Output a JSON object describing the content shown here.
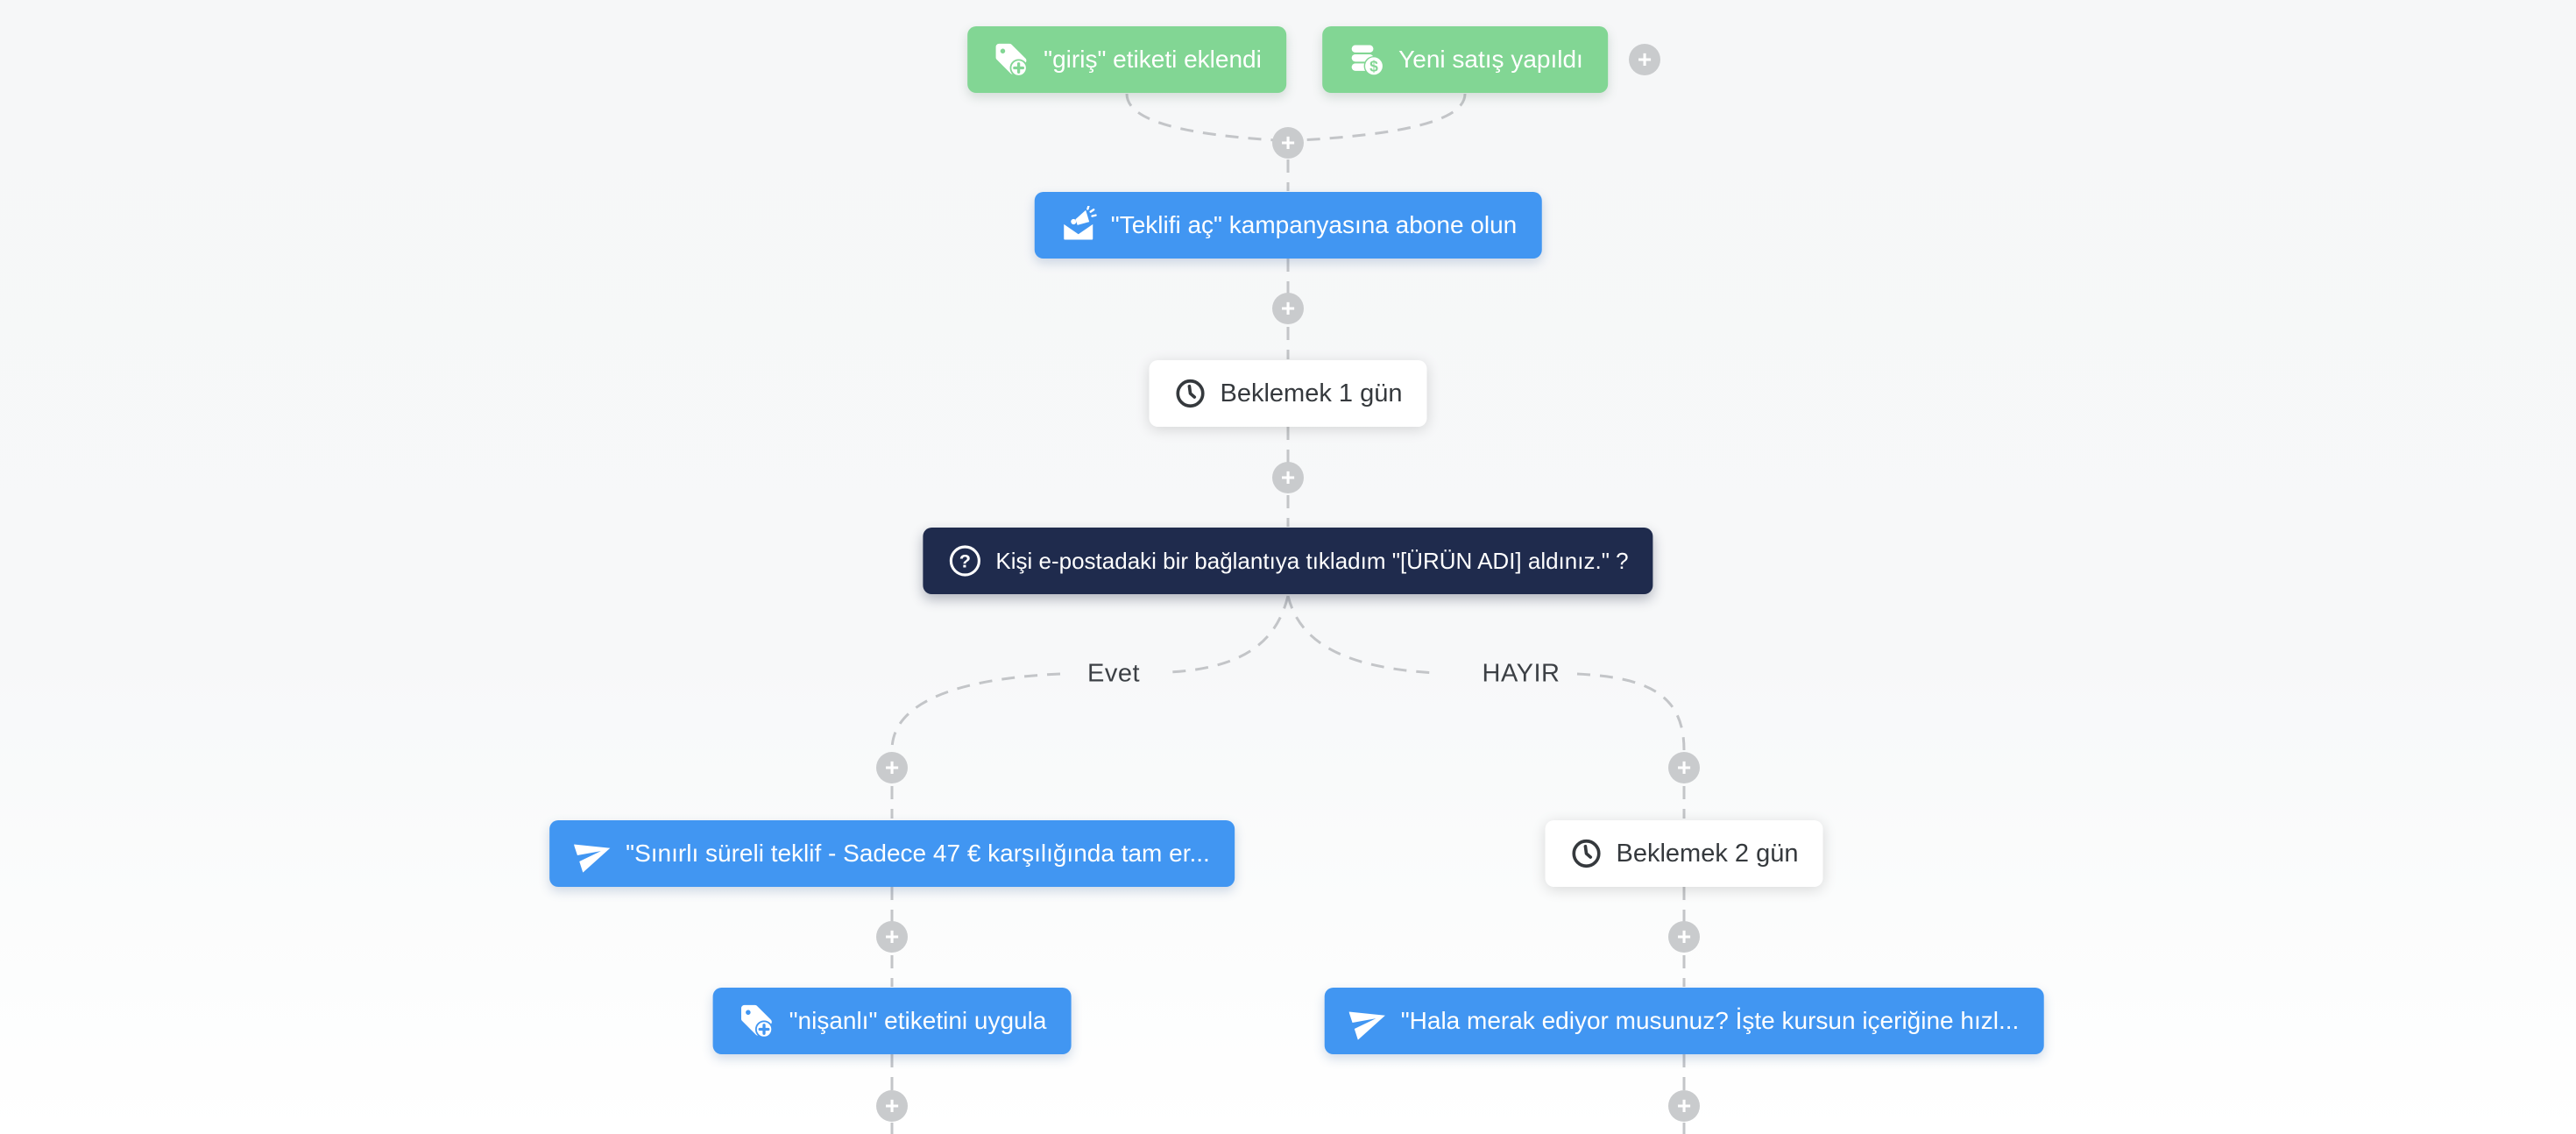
{
  "workflow": {
    "triggers": {
      "tag_added": {
        "label": "\"giriş\" etiketi eklendi",
        "icon": "tag-plus-icon",
        "color": "#82d694"
      },
      "new_sale": {
        "label": "Yeni satış yapıldı",
        "icon": "coins-dollar-icon",
        "color": "#82d694"
      }
    },
    "steps": {
      "subscribe_campaign": {
        "label": "\"Teklifi aç\" kampanyasına abone olun",
        "icon": "campaign-envelope-icon",
        "color": "#4196f2"
      },
      "wait_1_day": {
        "label": "Beklemek 1 gün",
        "icon": "clock-icon",
        "color": "#ffffff"
      },
      "decision": {
        "label": "Kişi e-postadaki bir bağlantıya tıkladım \"[ÜRÜN ADI] aldınız.\" ?",
        "icon": "question-icon",
        "color": "#1f2b4d"
      },
      "email_offer": {
        "label": "\"Sınırlı süreli teklif - Sadece 47 € karşılığında tam er...",
        "icon": "send-icon",
        "color": "#4196f2"
      },
      "wait_2_days": {
        "label": "Beklemek 2 gün",
        "icon": "clock-icon",
        "color": "#ffffff"
      },
      "apply_tag": {
        "label": "\"nişanlı\" etiketini uygula",
        "icon": "tag-plus-icon",
        "color": "#4196f2"
      },
      "email_reminder": {
        "label": "\"Hala merak ediyor musunuz? İşte kursun içeriğine hızl...",
        "icon": "send-icon",
        "color": "#4196f2"
      }
    },
    "branches": {
      "yes_label": "Evet",
      "no_label": "HAYIR"
    },
    "ui": {
      "plus": "+",
      "connector_color": "#c3c5c8",
      "plus_button_color": "#c9cbcd"
    }
  }
}
